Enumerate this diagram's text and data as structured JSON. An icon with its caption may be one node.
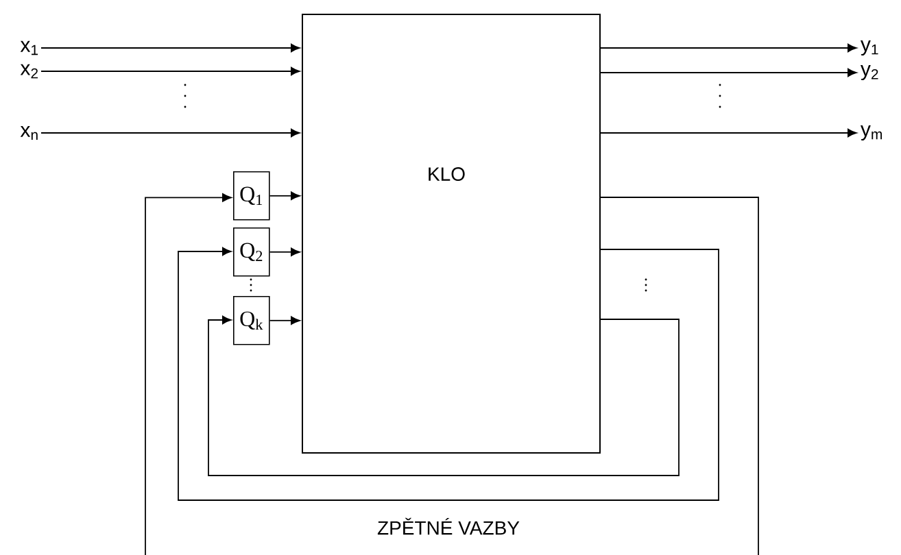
{
  "diagram": {
    "nodes": [
      {
        "text": [
          "KLO"
        ]
      },
      {
        "text": [
          "x$_{1}$"
        ]
      },
      {
        "text": [
          "x$_{2}$"
        ]
      },
      {
        "text": [
          "x$_{n}$"
        ]
      },
      {
        "text": [
          "y$_{1}$"
        ]
      },
      {
        "text": [
          "y$_{2}$"
        ]
      },
      {
        "text": [
          "y$_{m}$"
        ]
      },
      {
        "text": [
          "Q$_{1}$"
        ]
      },
      {
        "text": [
          "Q$_{2}$"
        ]
      },
      {
        "text": [
          "Q$_{k}$"
        ]
      }
    ],
    "edges": [
      {
        "from": 1,
        "to": 0,
        "arrow": "to"
      },
      {
        "from": 2,
        "to": 0,
        "arrow": "to"
      },
      {
        "from": 3,
        "to": 0,
        "arrow": "to"
      },
      {
        "from": 0,
        "to": 4,
        "arrow": "to"
      },
      {
        "from": 0,
        "to": 5,
        "arrow": "to"
      },
      {
        "from": 0,
        "to": 6,
        "arrow": "to"
      },
      {
        "from": 7,
        "to": 0,
        "arrow": "to"
      },
      {
        "from": 8,
        "to": 0,
        "arrow": "to"
      },
      {
        "from": 9,
        "to": 0,
        "arrow": "to"
      },
      {
        "from": 0,
        "to": 7,
        "arrow": "to"
      },
      {
        "from": 0,
        "to": 8,
        "arrow": "to"
      },
      {
        "from": 0,
        "to": 9,
        "arrow": "to"
      }
    ],
    "labels": [
      "ZPĚTNÉ VAZBY"
    ]
  }
}
